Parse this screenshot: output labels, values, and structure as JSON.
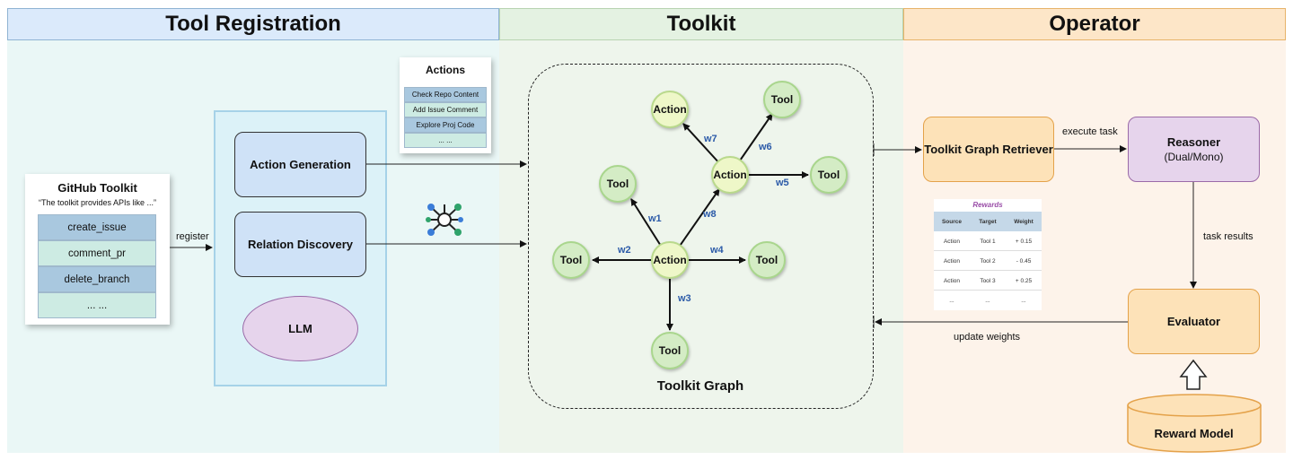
{
  "panels": {
    "registration_title": "Tool Registration",
    "toolkit_title": "Toolkit",
    "operator_title": "Operator"
  },
  "github": {
    "title": "GitHub Toolkit",
    "subtitle": "“The toolkit provides APIs like ...”",
    "apis": [
      "create_issue",
      "comment_pr",
      "delete_branch",
      "... ..."
    ]
  },
  "register_label": "register",
  "actions_card": {
    "title": "Actions",
    "items": [
      "Check Repo Content",
      "Add Issue Comment",
      "Explore Proj Code",
      "... ..."
    ]
  },
  "llm_panel": {
    "action_generation": "Action Generation",
    "relation_discovery": "Relation Discovery",
    "llm": "LLM"
  },
  "graph": {
    "label": "Toolkit Graph",
    "nodes": {
      "action_center": "Action",
      "action_mid": "Action",
      "action_top": "Action",
      "tool_left": "Tool",
      "tool_right": "Tool",
      "tool_bottom": "Tool",
      "tool_upleft": "Tool",
      "tool_farright": "Tool",
      "tool_top": "Tool"
    },
    "weights": {
      "w1": "w1",
      "w2": "w2",
      "w3": "w3",
      "w4": "w4",
      "w5": "w5",
      "w6": "w6",
      "w7": "w7",
      "w8": "w8"
    }
  },
  "operator": {
    "retriever": "Toolkit Graph Retriever",
    "reasoner_title": "Reasoner",
    "reasoner_sub": "(Dual/Mono)",
    "evaluator": "Evaluator",
    "reward_model": "Reward Model",
    "execute_task": "execute task",
    "task_results": "task results",
    "update_weights": "update weights"
  },
  "rewards": {
    "title": "Rewards",
    "headers": [
      "Source",
      "Target",
      "Weight"
    ],
    "rows": [
      [
        "Action",
        "Tool 1",
        "+ 0.15"
      ],
      [
        "Action",
        "Tool 2",
        "- 0.45"
      ],
      [
        "Action",
        "Tool 3",
        "+ 0.25"
      ],
      [
        "...",
        "...",
        "..."
      ]
    ]
  },
  "colors": {
    "node_fill": "#d4ecc5",
    "action_fill": "#eef7c8",
    "box_blue": "#cfe2f7",
    "box_orange": "#fde2b8",
    "box_purple": "#e6d4ec",
    "weight_text": "#2b5aa8"
  }
}
